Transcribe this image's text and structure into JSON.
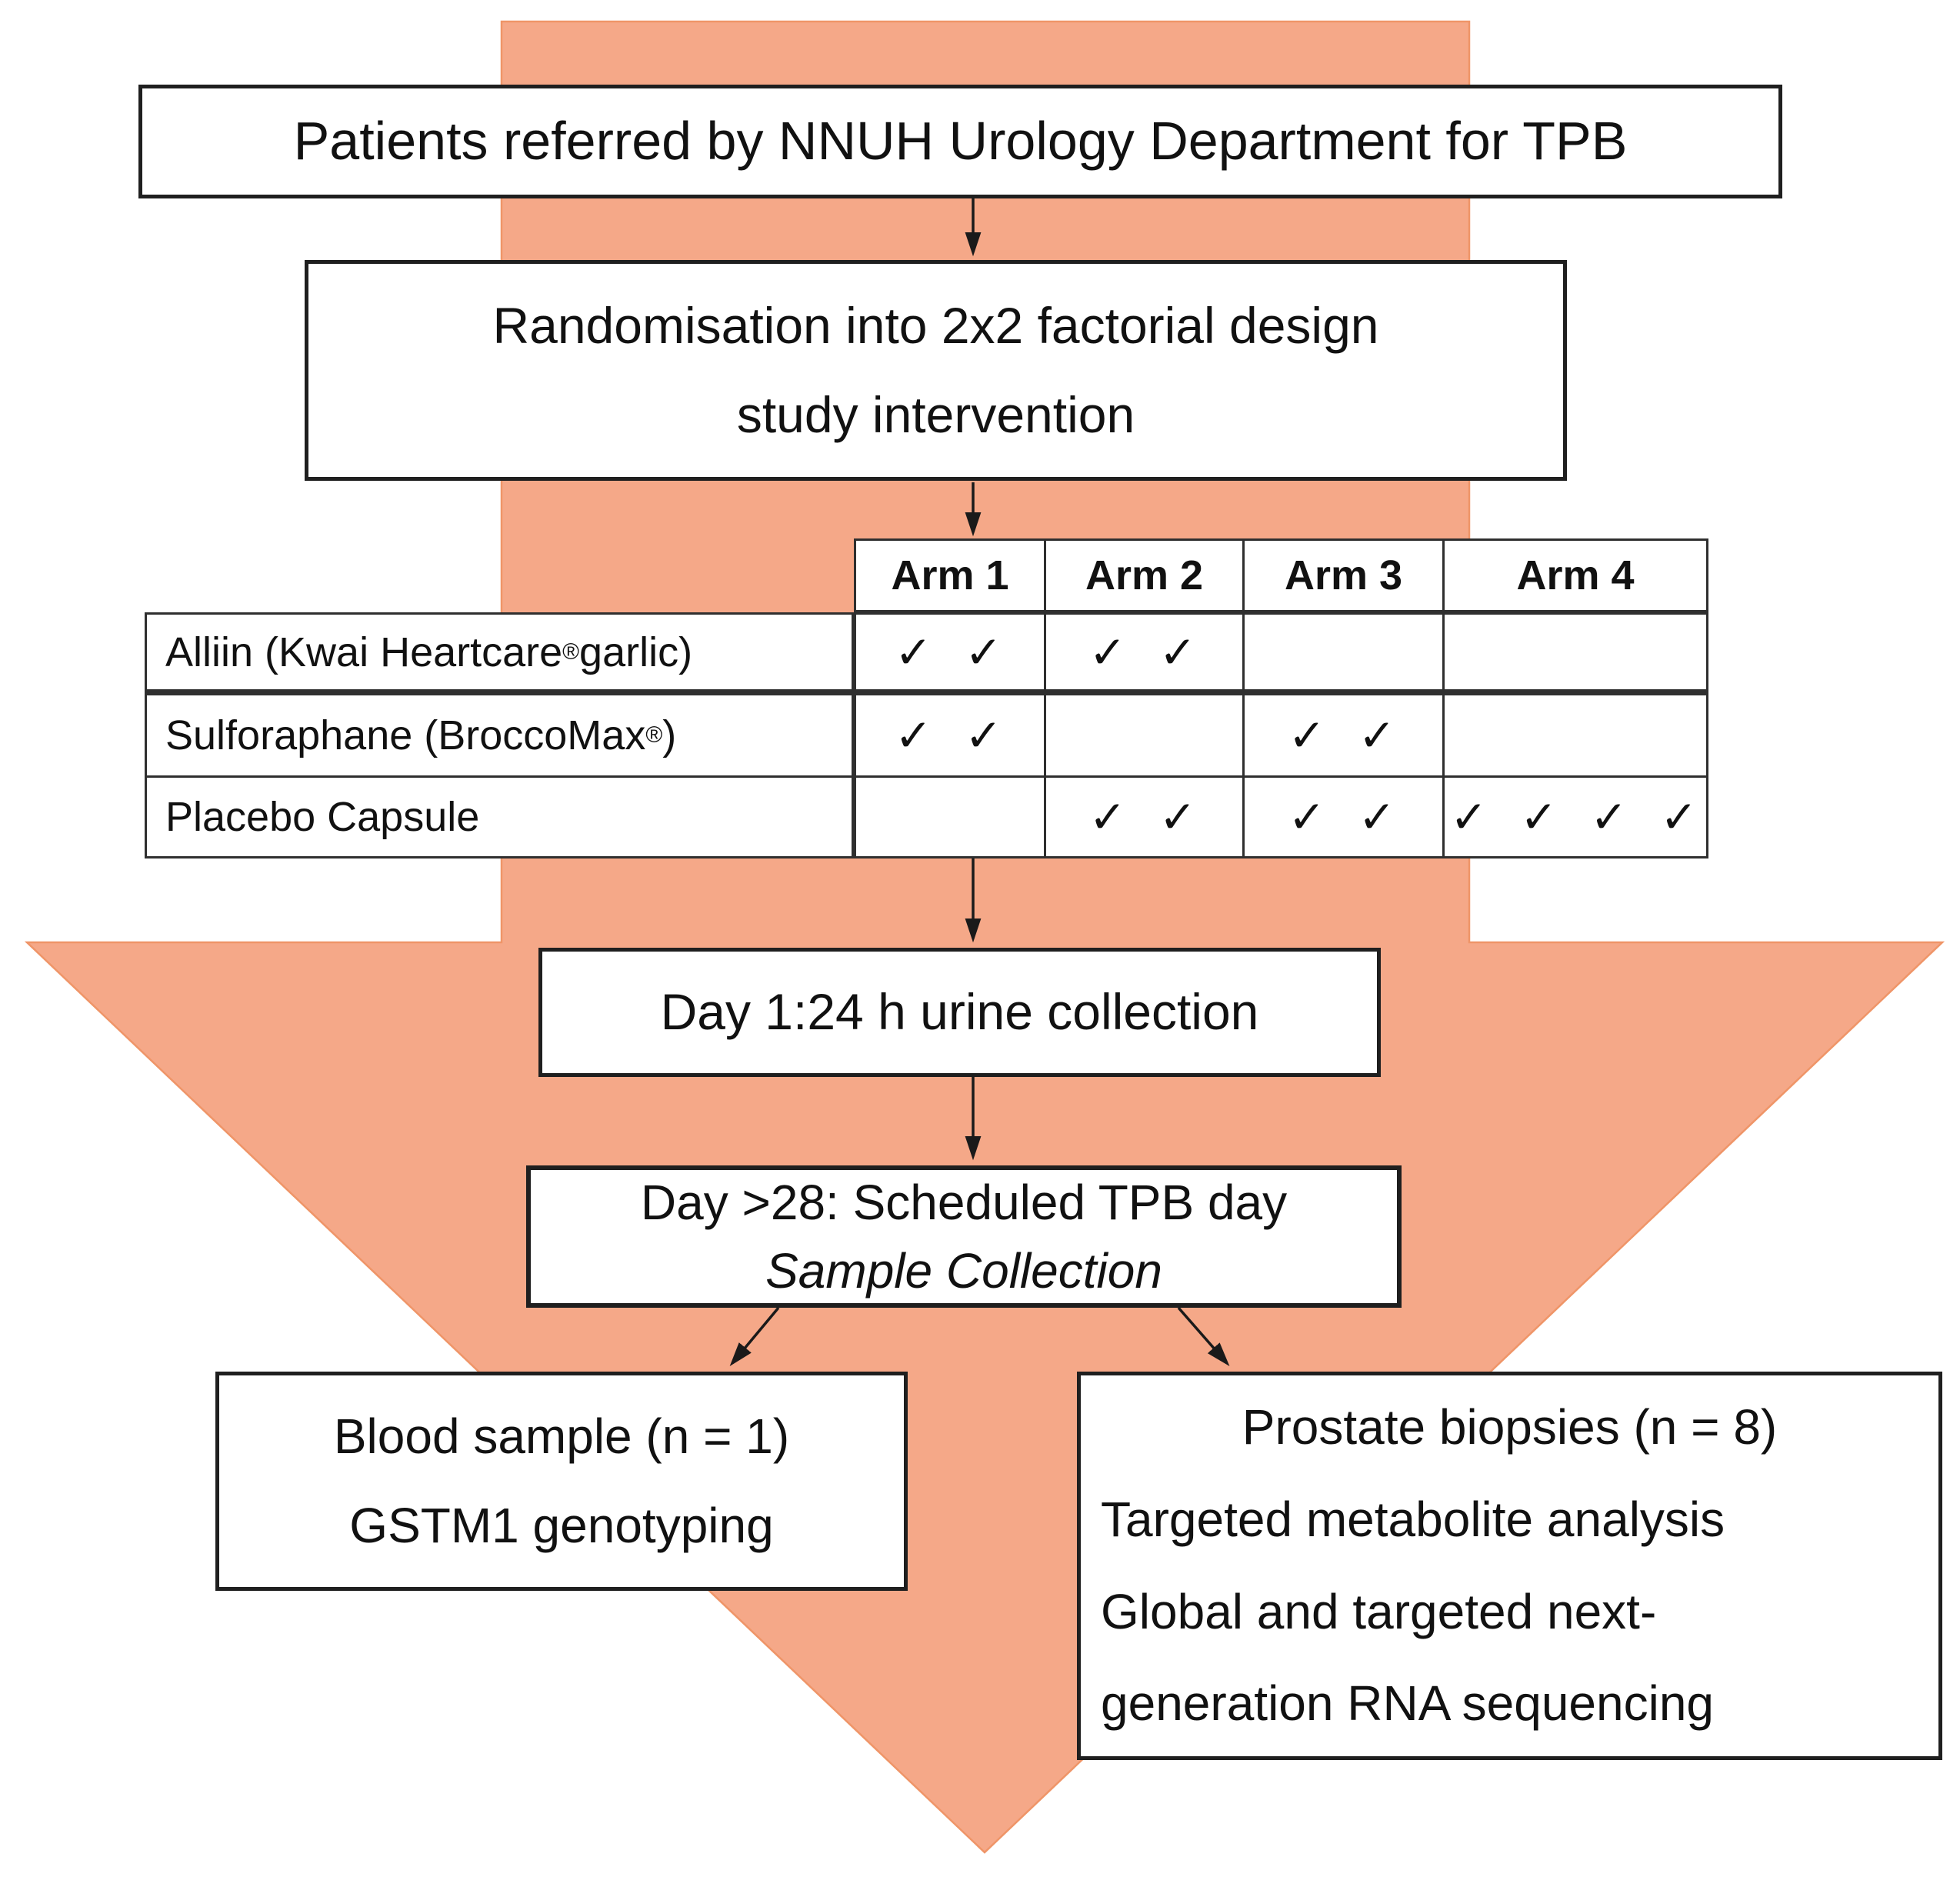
{
  "colors": {
    "page_bg": "#ffffff",
    "arrow_fill": "#f5a888",
    "arrow_stroke": "#ef9568",
    "box_bg": "#ffffff",
    "box_border": "#1f1f1f",
    "table_border": "#2f2f2f",
    "line": "#1a1a1a",
    "text": "#111111"
  },
  "flow": {
    "referral_box": "Patients referred by NNUH Urology Department for TPB",
    "randomisation_box": {
      "line1": "Randomisation into 2x2 factorial design",
      "line2": "study intervention"
    },
    "urine_box": "Day 1:24 h urine collection",
    "tpb_box": {
      "line1": "Day >28: Scheduled TPB day",
      "line2": "Sample Collection"
    },
    "blood_box": {
      "line1": "Blood sample (n = 1)",
      "line2": "GSTM1 genotyping"
    },
    "biopsy_box": {
      "line1": "Prostate biopsies (n = 8)",
      "line2": "Targeted metabolite analysis",
      "line3": "Global and targeted next-",
      "line4": "generation RNA sequencing"
    }
  },
  "table": {
    "columns": [
      "Arm 1",
      "Arm 2",
      "Arm 3",
      "Arm 4"
    ],
    "rows": [
      {
        "label": "Alliin (Kwai Heartcare® garlic)",
        "arm1": "✓ ✓",
        "arm2": "✓ ✓",
        "arm3": "",
        "arm4": ""
      },
      {
        "label": "Sulforaphane (BroccoMax®)",
        "arm1": "✓ ✓",
        "arm2": "",
        "arm3": "✓ ✓",
        "arm4": ""
      },
      {
        "label": "Placebo Capsule",
        "arm1": "",
        "arm2": "✓ ✓",
        "arm3": "✓ ✓",
        "arm4": "✓ ✓ ✓ ✓"
      }
    ]
  }
}
